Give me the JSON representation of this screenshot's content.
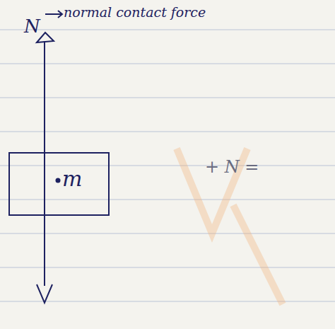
{
  "diagram": {
    "nodes": [
      {
        "text": [
          "m"
        ]
      }
    ],
    "labels": [
      "N",
      "normal contact force",
      "+ N ="
    ]
  }
}
